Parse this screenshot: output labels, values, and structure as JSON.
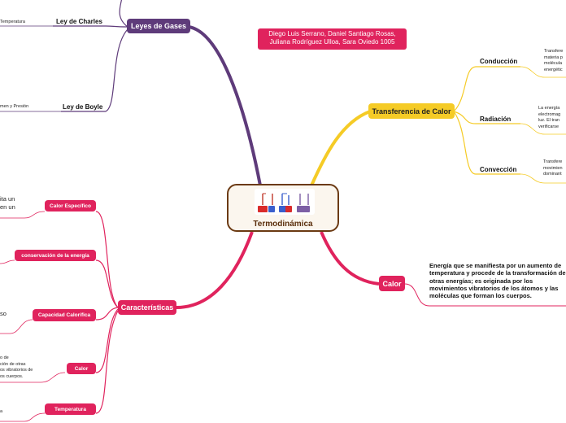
{
  "central": {
    "title": "Termodinámica",
    "image_icon": "thermometers-icon"
  },
  "authors": "Diego Luis Serrano, Daniel Santiago Rosas, Juliana Rodríguez Ulloa, Sara Oviedo 1005",
  "leyes": {
    "label": "Leyes de Gases",
    "charles": "Ley de Charles",
    "charles_text": "Temperatura",
    "boyle": "Ley de Boyle",
    "boyle_text": "men y Presión"
  },
  "transferencia": {
    "label": "Transferencia de Calor",
    "conduccion": "Conducción",
    "conduccion_text": "Transfere\nmateria p\nmolécula\nenergétic",
    "radiacion": "Radiación",
    "radiacion_text": "La energía\nelectromag\nluz. El tran\nverificarse",
    "conveccion": "Convección",
    "conveccion_text": "Transfere\nmovimien\ndominant"
  },
  "calor": {
    "label": "Calor",
    "description": "Energía que se manifiesta por un aumento de temperatura y procede de la transformación de otras energías; es originada por los movimientos vibratorios de los átomos y las moléculas que forman los cuerpos."
  },
  "caracteristicas": {
    "label": "Características",
    "calor_especifico": "Calor Específico",
    "calor_especifico_text": "ita un\nen un",
    "conservacion": "conservación de la energía",
    "capacidad": "Capacidad Calorífica",
    "capacidad_text": "so",
    "calor": "Calor",
    "calor_text": "o de\nción de otras\nos vibratorios de\nos cuerpos.",
    "temperatura": "Temperatura",
    "temperatura_text": "a"
  },
  "colors": {
    "purple": "#5e3b7a",
    "yellow": "#f5cb26",
    "pink": "#e0235d",
    "brown": "#6b3a13"
  }
}
